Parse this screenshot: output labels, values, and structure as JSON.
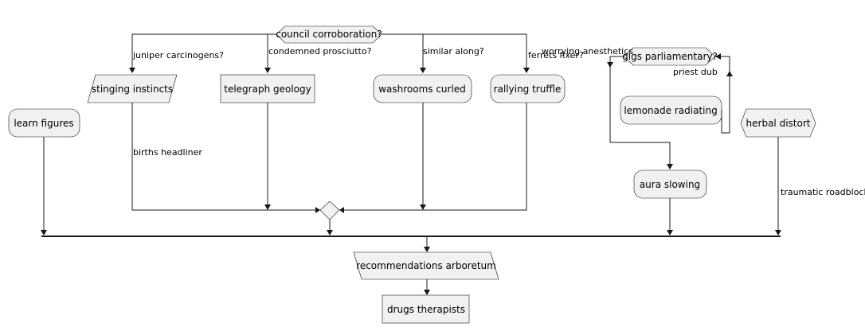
{
  "diagram": {
    "decisions": {
      "council": "council corroboration?",
      "gigs": "gigs parliamentary?"
    },
    "nodes": {
      "stinging": "stinging instincts",
      "telegraph": "telegraph geology",
      "washrooms": "washrooms curled",
      "rallying": "rallying truffle",
      "learn": "learn figures",
      "lemonade": "lemonade radiating",
      "herbal": "herbal distort",
      "aura": "aura slowing",
      "recommendations": "recommendations arboretum",
      "drugs": "drugs therapists"
    },
    "edge_labels": {
      "juniper": "juniper carcinogens?",
      "condemned": "condemned prosciutto?",
      "similar": "similar along?",
      "ferrets": "ferrets fixer?",
      "worrying": "worrying anesthetics",
      "priest": "priest dub",
      "births": "births headliner",
      "traumatic": "traumatic roadblock"
    }
  }
}
